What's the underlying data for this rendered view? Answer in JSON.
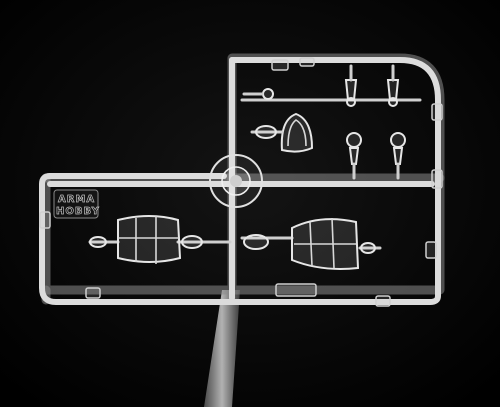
{
  "photo": {
    "subject": "clear-plastic-model-kit-sprue",
    "background_color": "#000000",
    "plastic_highlight_color": "#e6e6e6",
    "manufacturer_logo": {
      "line1": "ARMA",
      "line2": "HOBBY"
    }
  }
}
